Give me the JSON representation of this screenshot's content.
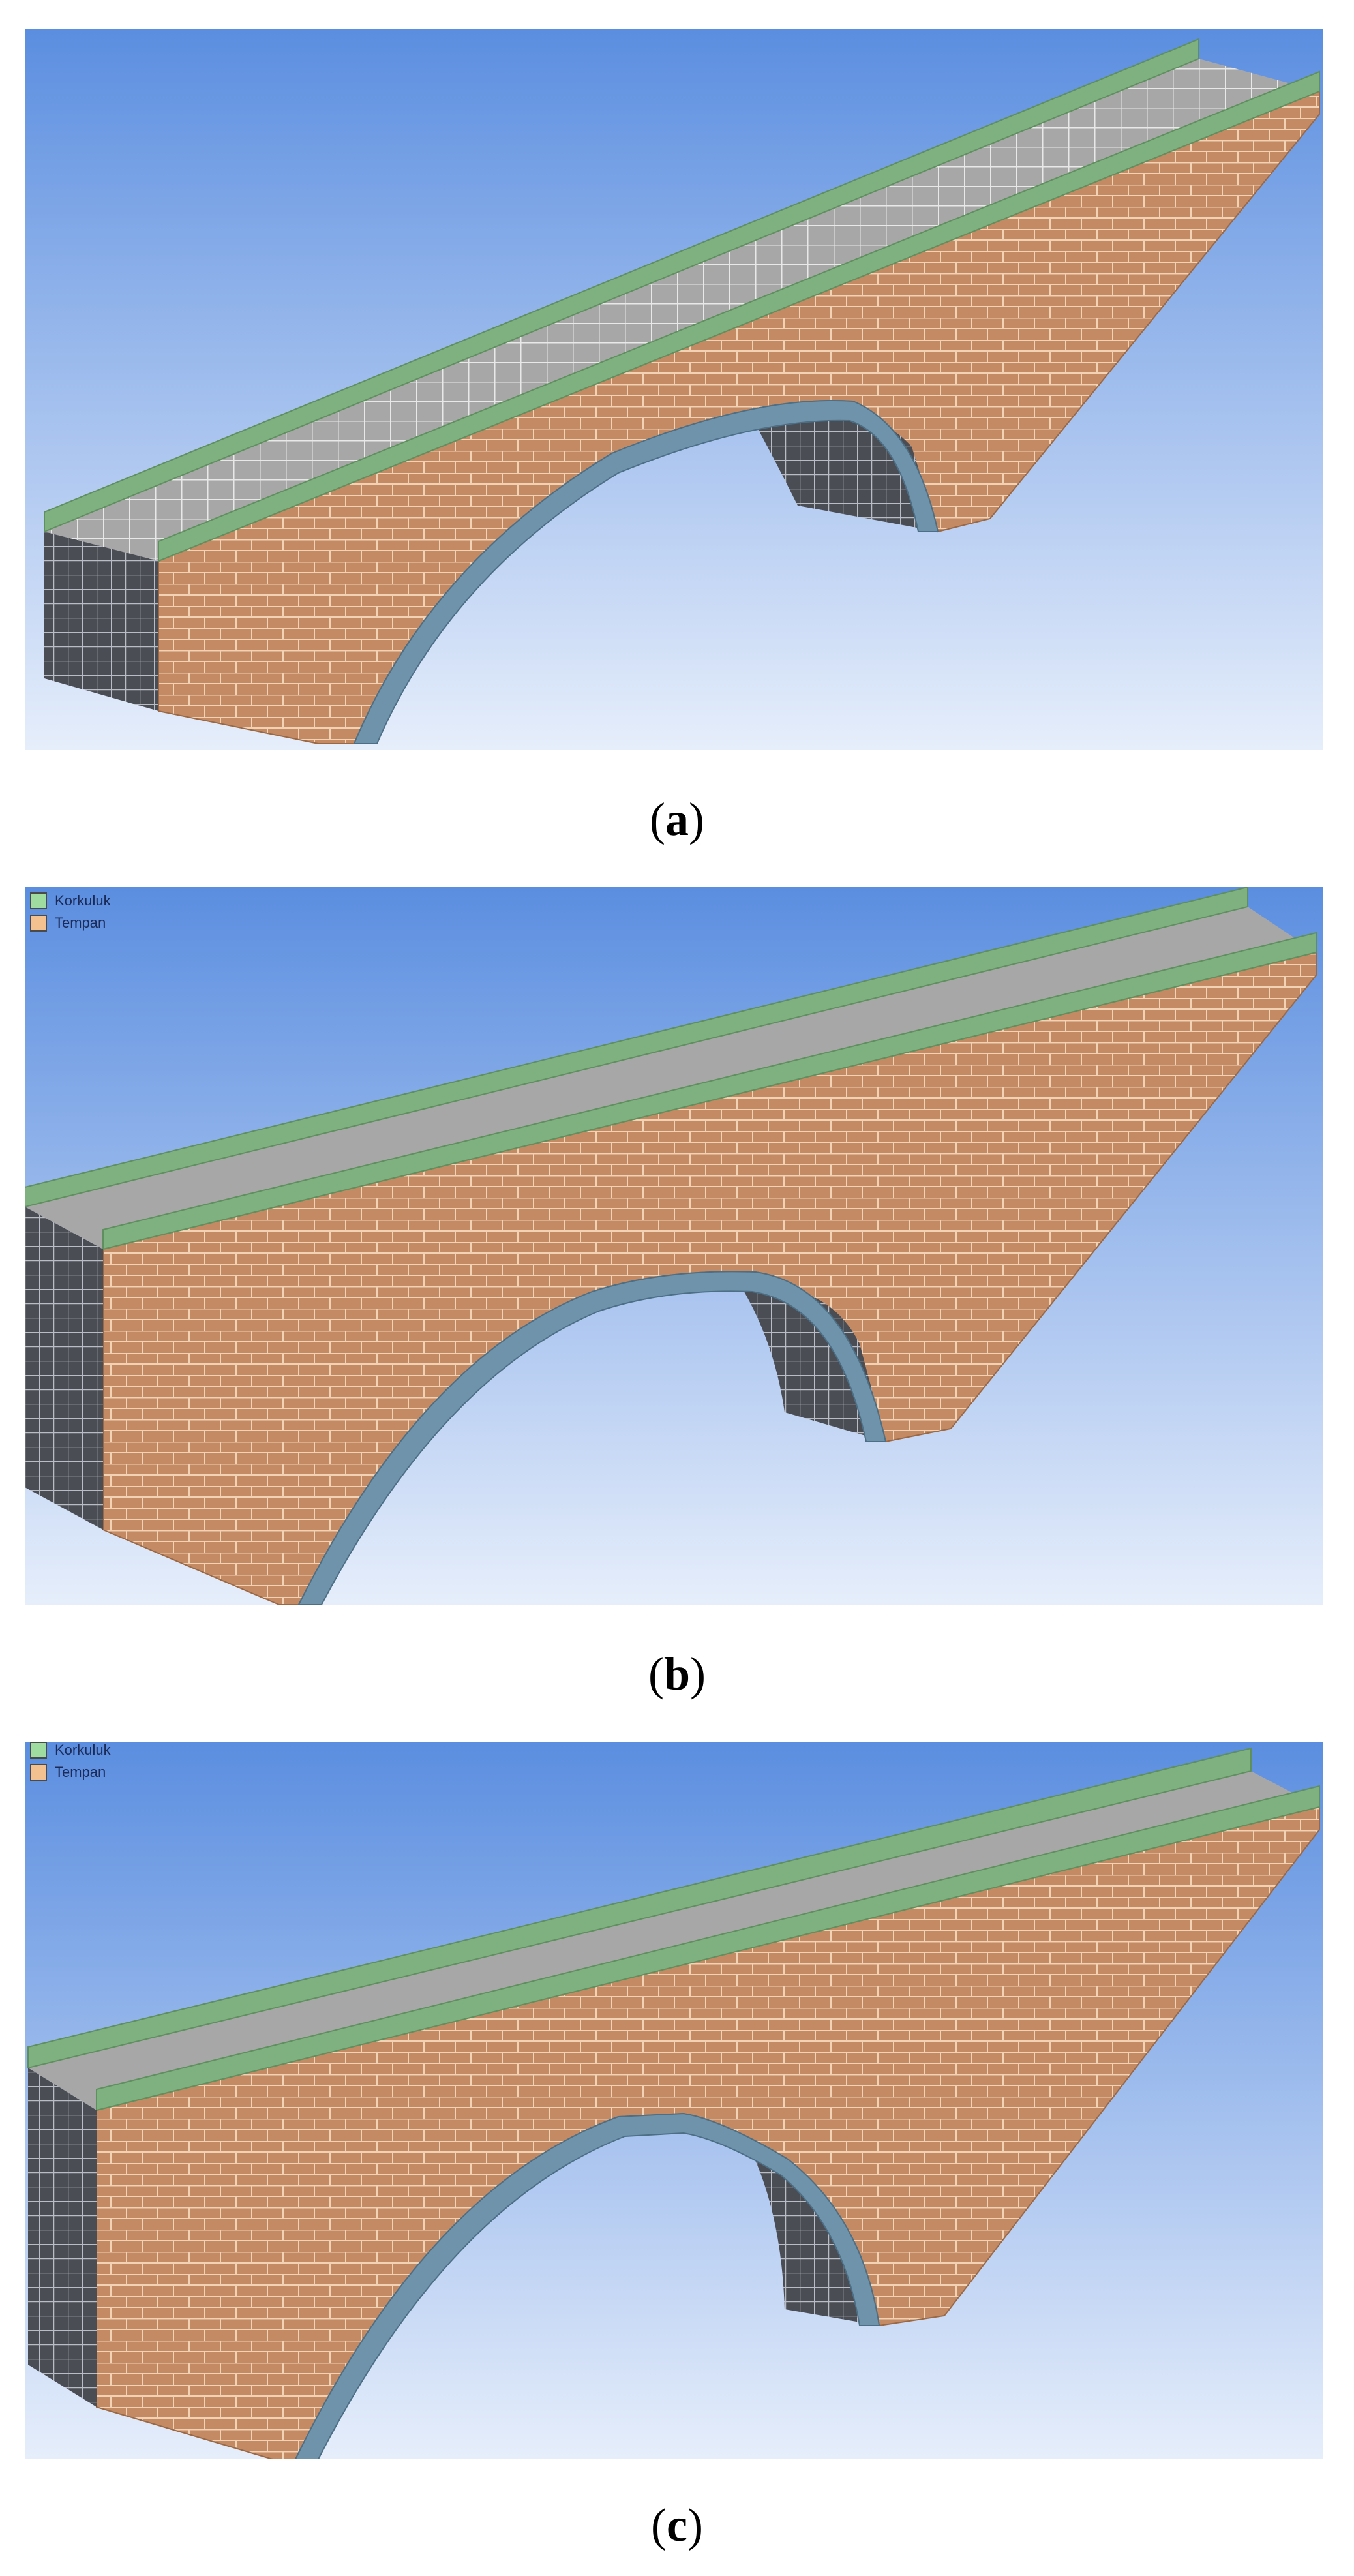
{
  "panels": [
    {
      "id": "a",
      "caption_letter": "a",
      "legend": []
    },
    {
      "id": "b",
      "caption_letter": "b",
      "legend": [
        {
          "label": "Korkuluk",
          "color": "#9fdc9f"
        },
        {
          "label": "Tempan",
          "color": "#f3c08f"
        }
      ]
    },
    {
      "id": "c",
      "caption_letter": "c",
      "legend": [
        {
          "label": "Korkuluk",
          "color": "#9fdc9f"
        },
        {
          "label": "Tempan",
          "color": "#f3c08f"
        }
      ]
    }
  ],
  "colors": {
    "sky_top": "#5b8ee0",
    "sky_bottom": "#e6eefb",
    "parapet": "#7fb07f",
    "spandrel": "#c48a63",
    "deck": "#a7a7a7",
    "arch": "#6f93ab",
    "end_face": "#4a4d54",
    "mesh_line": "#f1d2b4"
  }
}
